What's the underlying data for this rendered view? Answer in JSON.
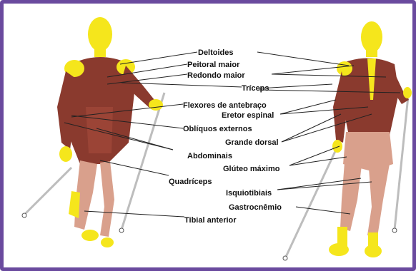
{
  "colors": {
    "frame": "#6a4a9e",
    "skin": "#f5e61c",
    "muscle_dark": "#8a3a2e",
    "muscle_light": "#d9a08c",
    "line": "#222222"
  },
  "labels": [
    "Deltoides",
    "Peitoral maior",
    "Redondo maior",
    "Tríceps",
    "Flexores de antebraço",
    "Eretor espinal",
    "Oblíquos externos",
    "Grande dorsal",
    "Abdominais",
    "Glúteo máximo",
    "Quadríceps",
    "Isquiotibiais",
    "Gastrocnêmio",
    "Tibial anterior"
  ]
}
